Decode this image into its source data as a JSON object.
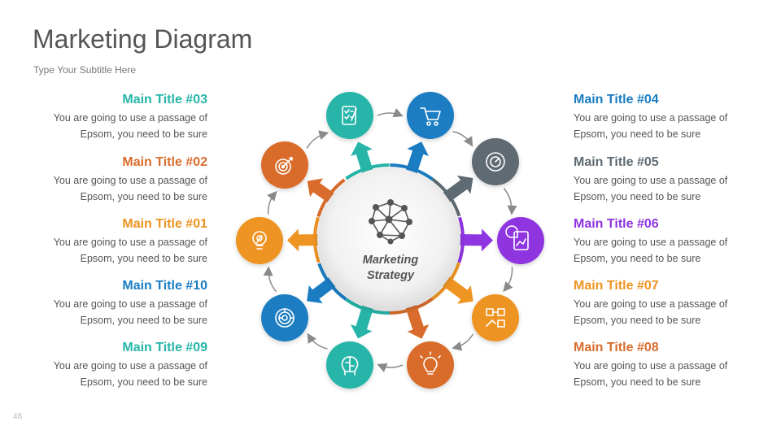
{
  "header": {
    "title": "Marketing Diagram",
    "subtitle": "Type Your Subtitle Here"
  },
  "page_number": "48",
  "center": {
    "line1": "Marketing",
    "line2": "Strategy",
    "icon": "network-brain-icon"
  },
  "body_text": "You are going to use a passage of Epsom, you need to be sure",
  "body_line1": "You are going to use a passage of",
  "body_line2": "Epsom, you need to be sure",
  "left_items": [
    {
      "title": "Main Title #03",
      "color": "#26B5A8"
    },
    {
      "title": "Main Title #02",
      "color": "#D96C2C"
    },
    {
      "title": "Main Title #01",
      "color": "#EE9422"
    },
    {
      "title": "Main Title #10",
      "color": "#1A7DC2"
    },
    {
      "title": "Main Title #09",
      "color": "#26B5A8"
    }
  ],
  "right_items": [
    {
      "title": "Main Title #04",
      "color": "#1A7DC2"
    },
    {
      "title": "Main Title #05",
      "color": "#5E6B73"
    },
    {
      "title": "Main Title #06",
      "color": "#8E34E0"
    },
    {
      "title": "Main Title #07",
      "color": "#EE9422"
    },
    {
      "title": "Main Title #08",
      "color": "#D96C2C"
    }
  ],
  "nodes": [
    {
      "id": "01",
      "color": "#EE9422",
      "icon": "lightbulb-gear-icon"
    },
    {
      "id": "02",
      "color": "#D96C2C",
      "icon": "target-gear-icon"
    },
    {
      "id": "03",
      "color": "#26B5A8",
      "icon": "checklist-icon"
    },
    {
      "id": "04",
      "color": "#1A7DC2",
      "icon": "shopping-cart-icon"
    },
    {
      "id": "05",
      "color": "#5E6B73",
      "icon": "gear-gauge-icon"
    },
    {
      "id": "06",
      "color": "#8E34E0",
      "icon": "chart-report-icon"
    },
    {
      "id": "07",
      "color": "#EE9422",
      "icon": "strategy-board-icon"
    },
    {
      "id": "08",
      "color": "#D96C2C",
      "icon": "idea-bulb-icon"
    },
    {
      "id": "09",
      "color": "#26B5A8",
      "icon": "brain-circuit-icon"
    },
    {
      "id": "10",
      "color": "#1A7DC2",
      "icon": "maze-target-icon"
    }
  ]
}
